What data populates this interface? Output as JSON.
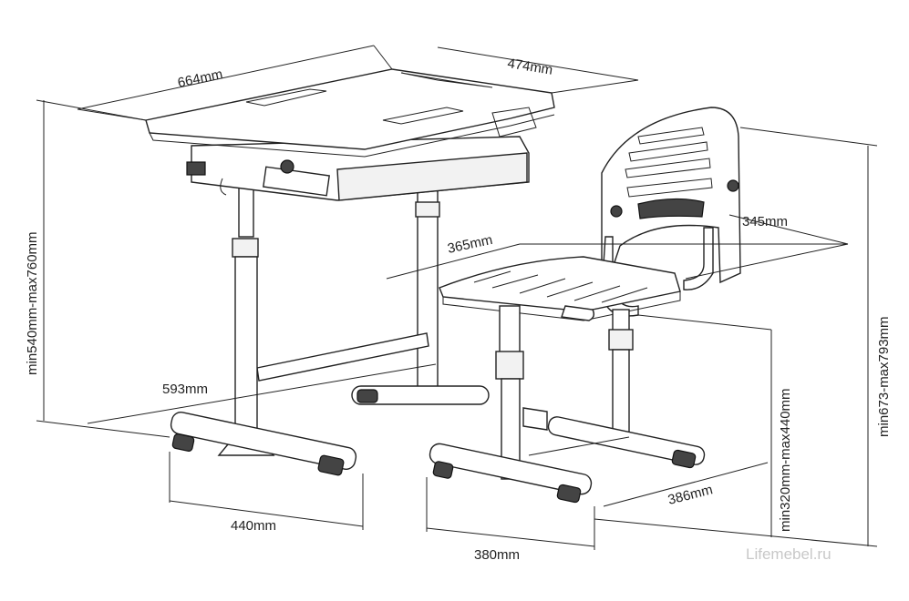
{
  "diagram": {
    "dimensions": {
      "desk_width": "664mm",
      "desk_depth": "474mm",
      "desk_height": "min540mm-max760mm",
      "desk_base_depth": "593mm",
      "desk_base_width": "440mm",
      "seat_width": "365mm",
      "seat_depth": "345mm",
      "seat_height": "min320mm-max440mm",
      "chair_height": "min673-max793mm",
      "chair_base_depth": "386mm",
      "chair_base_width": "380mm"
    },
    "watermark": "Lifemebel.ru"
  }
}
